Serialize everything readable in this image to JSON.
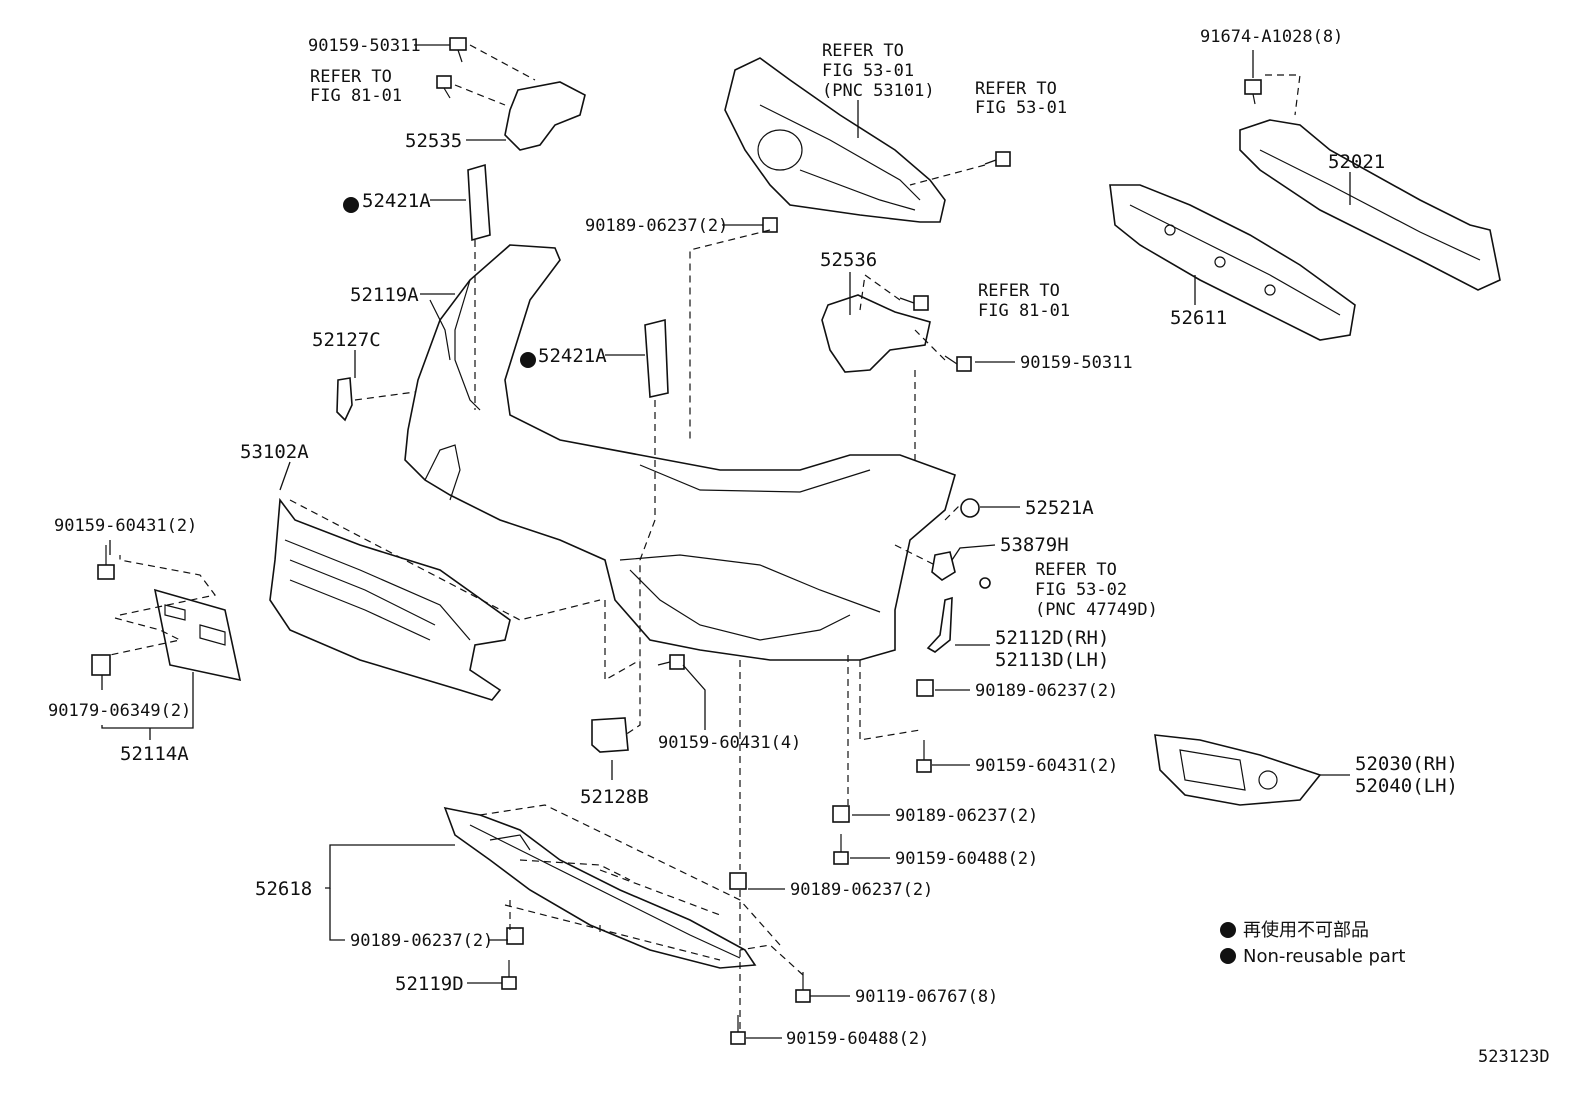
{
  "labels": {
    "l_90159_50311_top": "90159-50311",
    "l_refer81_top_1": "REFER TO",
    "l_refer81_top_2": "FIG 81-01",
    "l_52535": "52535",
    "l_52421A_left": "52421A",
    "l_52119A": "52119A",
    "l_52127C": "52127C",
    "l_53102A": "53102A",
    "l_90159_60431_2_left": "90159-60431(2)",
    "l_90179_06349": "90179-06349(2)",
    "l_52114A": "52114A",
    "l_refer5301_grille_1": "REFER TO",
    "l_refer5301_grille_2": "FIG 53-01",
    "l_refer5301_grille_3": "(PNC 53101)",
    "l_refer5301_right_1": "REFER TO",
    "l_refer5301_right_2": "FIG 53-01",
    "l_90189_06237_top": "90189-06237(2)",
    "l_52421A_mid": "52421A",
    "l_52536": "52536",
    "l_refer81_mid_1": "REFER TO",
    "l_refer81_mid_2": "FIG 81-01",
    "l_90159_50311_mid": "90159-50311",
    "l_52521A": "52521A",
    "l_53879H": "53879H",
    "l_refer5302_1": "REFER TO",
    "l_refer5302_2": "FIG 53-02",
    "l_refer5302_3": "(PNC 47749D)",
    "l_52112D": "52112D(RH)",
    "l_52113D": "52113D(LH)",
    "l_90189_06237_r1": "90189-06237(2)",
    "l_90159_60431_2_r": "90159-60431(2)",
    "l_90159_60431_4": "90159-60431(4)",
    "l_52128B": "52128B",
    "l_90189_06237_r2": "90189-06237(2)",
    "l_90159_60488_r": "90159-60488(2)",
    "l_90189_06237_c": "90189-06237(2)",
    "l_52618": "52618",
    "l_90189_06237_l": "90189-06237(2)",
    "l_52119D": "52119D",
    "l_90119_06767": "90119-06767(8)",
    "l_90159_60488_b": "90159-60488(2)",
    "l_91674": "91674-A1028(8)",
    "l_52021": "52021",
    "l_52611": "52611",
    "l_52030": "52030(RH)",
    "l_52040": "52040(LH)"
  },
  "legend": {
    "japanese": "再使用不可部品",
    "english": "Non-reusable part"
  },
  "figure_id": "523123D"
}
